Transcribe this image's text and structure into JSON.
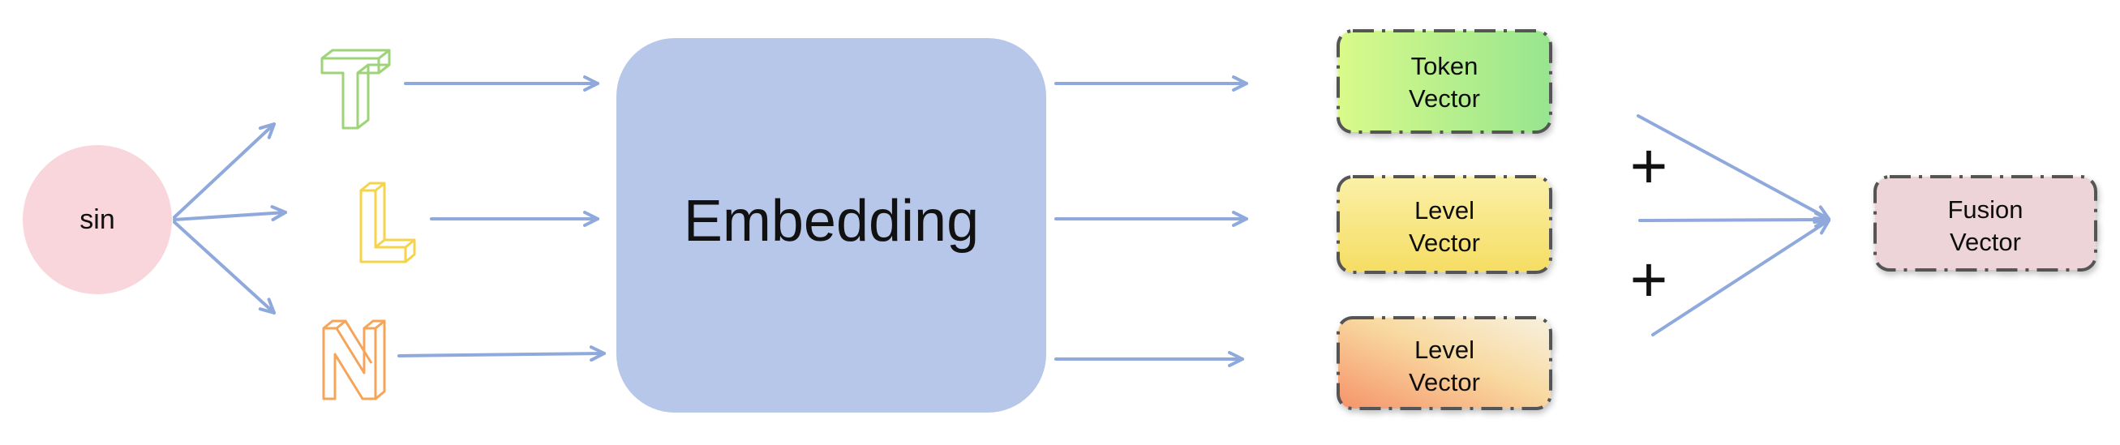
{
  "input": {
    "label": "sin"
  },
  "letters": [
    "T",
    "L",
    "N"
  ],
  "center": {
    "label": "Embedding"
  },
  "vectors": [
    {
      "line1": "Token",
      "line2": "Vector"
    },
    {
      "line1": "Level",
      "line2": "Vector"
    },
    {
      "line1": "Level",
      "line2": "Vector"
    }
  ],
  "operators": [
    "+",
    "+"
  ],
  "output": {
    "line1": "Fusion",
    "line2": "Vector"
  },
  "colors": {
    "arrow": "#8fa9dc",
    "input_circle": "#f8d6dc",
    "embedding_box": "#b7c7e9",
    "letter_T": "#9ed37a",
    "letter_L": "#f5d34a",
    "letter_N": "#f5a45a",
    "token_gradient": [
      "#d9fa8a",
      "#97e58f"
    ],
    "level1_gradient": [
      "#fbf0a8",
      "#f5dd62"
    ],
    "level2_gradient": [
      "#f6936a",
      "#f7f1e0"
    ],
    "fusion_fill": "#ecd4d9",
    "dashed_border": "#555555"
  }
}
